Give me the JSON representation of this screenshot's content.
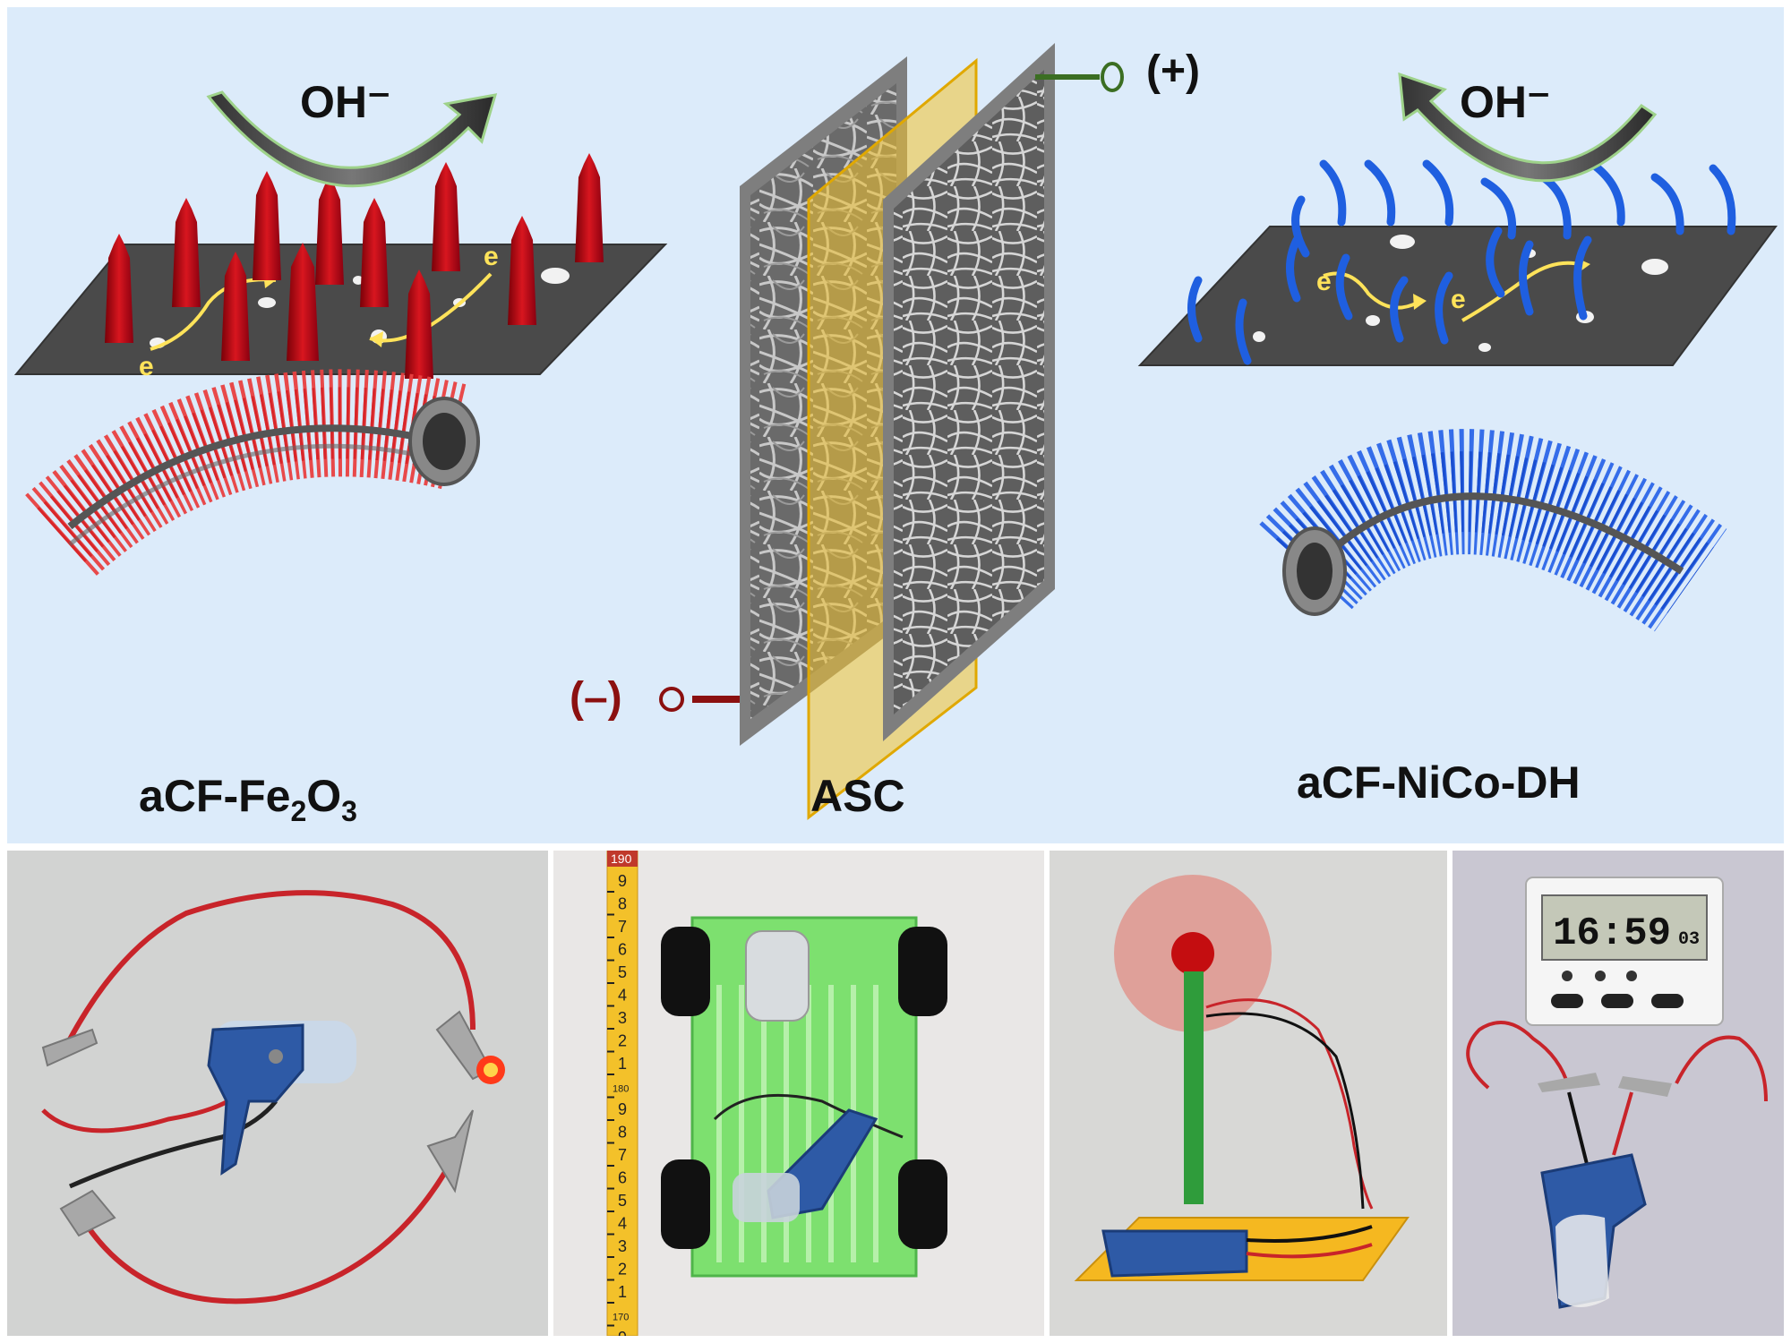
{
  "top": {
    "left_ion": "OH⁻",
    "right_ion": "OH⁻",
    "electron": "e",
    "plus_terminal": "(+)",
    "minus_terminal": "(–)",
    "left_label": {
      "prefix": "aCF-Fe",
      "sub1": "2",
      "mid": "O",
      "sub2": "3"
    },
    "center_label": "ASC",
    "right_label": "aCF-NiCo-DH"
  },
  "photos": {
    "ruler_top_numbers": [
      "9",
      "8",
      "7",
      "6",
      "5",
      "4",
      "3",
      "2",
      "1",
      "180",
      "9",
      "8",
      "7",
      "6",
      "5",
      "4",
      "3",
      "2",
      "1",
      "170",
      "9"
    ],
    "ruler_top_cap": "190",
    "timer_display": "16:59",
    "timer_seconds": "03"
  },
  "colors": {
    "panel_bg": "#dcebfa",
    "substrate": "#4a4a4a",
    "fe2o3": "#c0101a",
    "nico": "#1f5fe0",
    "separator": "#f2c22e",
    "plus_wire": "#3b6e22",
    "minus_wire": "#8b1010",
    "electron_path": "#ffe35a"
  }
}
